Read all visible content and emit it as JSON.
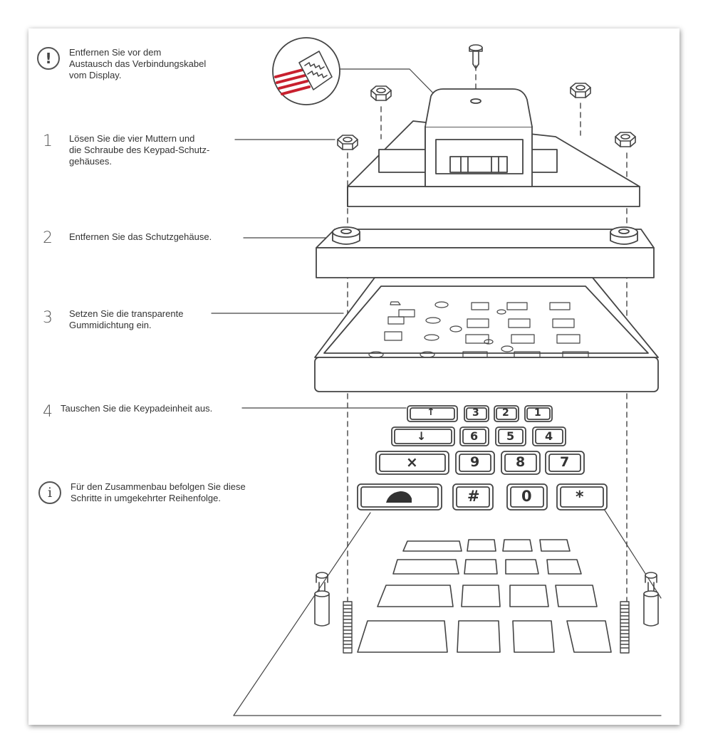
{
  "notes": {
    "warning_icon": "exclamation-icon",
    "warning_text": "Entfernen Sie vor dem Austausch das Verbindungskabel vom Display.",
    "warning_lines": [
      "Entfernen Sie vor dem",
      "Austausch das Verbindungskabel",
      "vom Display."
    ],
    "info_icon": "info-icon",
    "info_lines": [
      "Für den Zusammenbau befolgen Sie diese",
      "Schritte in umgekehrter Reihenfolge."
    ]
  },
  "steps": [
    {
      "num": "1",
      "lines": [
        "Lösen Sie die vier Muttern und",
        "die Schraube des Keypad-Schutz-",
        "gehäuses."
      ]
    },
    {
      "num": "2",
      "lines": [
        "Entfernen Sie das Schutzgehäuse."
      ]
    },
    {
      "num": "3",
      "lines": [
        "Setzen Sie die transparente",
        "Gummidichtung ein."
      ]
    },
    {
      "num": "4",
      "lines": [
        "Tauschen Sie die Keypadeinheit aus."
      ]
    }
  ],
  "keypad_keys": {
    "row1": [
      "↑",
      "3",
      "2",
      "1"
    ],
    "row2": [
      "↓",
      "6",
      "5",
      "4"
    ],
    "row3": [
      "×",
      "9",
      "8",
      "7"
    ],
    "row4": [
      "bell",
      "#",
      "0",
      "*"
    ]
  },
  "colors": {
    "line": "#444444",
    "cable": "#c8202e",
    "shadow": "#8a8a8a"
  }
}
